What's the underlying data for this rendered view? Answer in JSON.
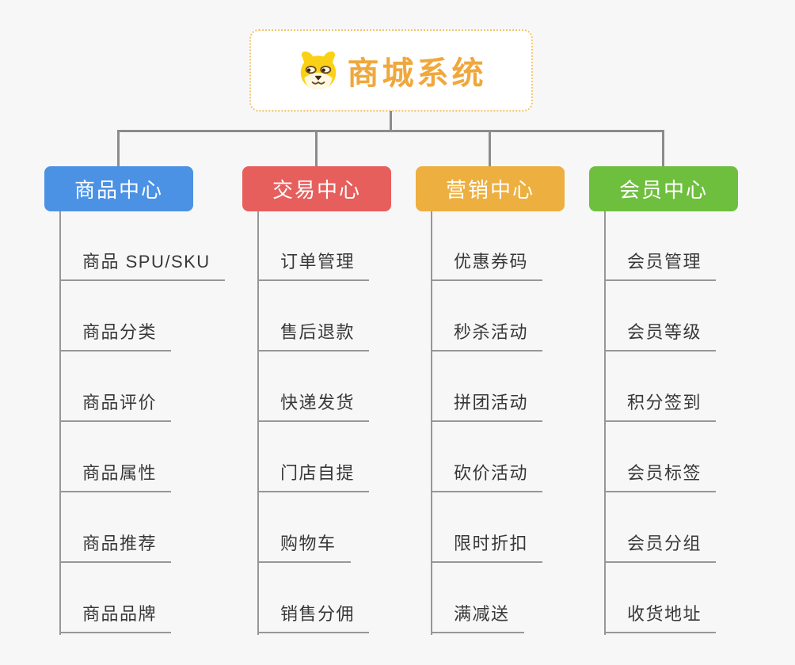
{
  "page": {
    "background": "#f7f7f7",
    "connector_color": "#8c8c8c",
    "underline_color": "#979797",
    "leaf_text_color": "#383838"
  },
  "root": {
    "title": "商城系统",
    "title_color": "#f0a73c",
    "border_color": "#f2c46e",
    "icon": "doge-icon"
  },
  "branches": [
    {
      "label": "商品中心",
      "color": "#4b92e5",
      "children": [
        "商品 SPU/SKU",
        "商品分类",
        "商品评价",
        "商品属性",
        "商品推荐",
        "商品品牌"
      ]
    },
    {
      "label": "交易中心",
      "color": "#e65f5c",
      "children": [
        "订单管理",
        "售后退款",
        "快递发货",
        "门店自提",
        "购物车",
        "销售分佣"
      ]
    },
    {
      "label": "营销中心",
      "color": "#edaf40",
      "children": [
        "优惠券码",
        "秒杀活动",
        "拼团活动",
        "砍价活动",
        "限时折扣",
        "满减送"
      ]
    },
    {
      "label": "会员中心",
      "color": "#6fbf3f",
      "children": [
        "会员管理",
        "会员等级",
        "积分签到",
        "会员标签",
        "会员分组",
        "收货地址"
      ]
    }
  ]
}
